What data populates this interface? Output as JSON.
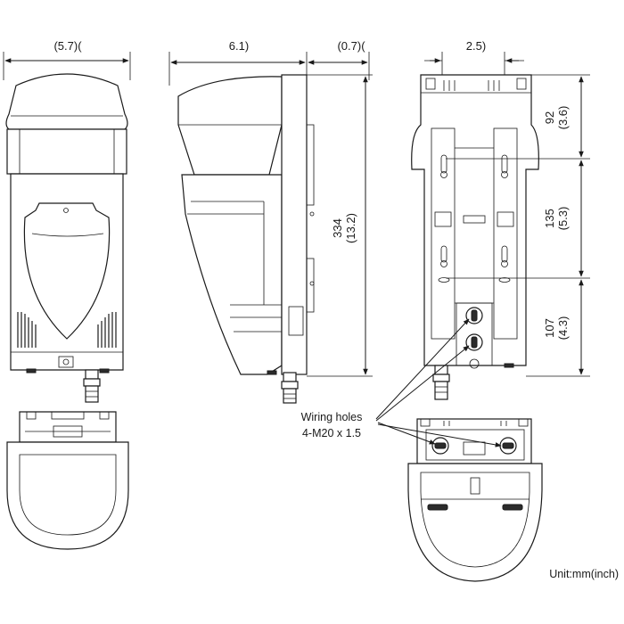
{
  "dimensions": {
    "front_width": "(5.7)(",
    "side_depth": "6.1)",
    "bracket_depth": "(0.7)(",
    "back_width": "2.5)",
    "height_mm": "334",
    "height_in": "(13.2)",
    "top_mm": "92",
    "top_in": "(3.6)",
    "mid_mm": "135",
    "mid_in": "(5.3)",
    "bottom_mm": "107",
    "bottom_in": "(4.3)"
  },
  "callout": {
    "line1": "Wiring holes",
    "line2": "4-M20 x 1.5"
  },
  "unit_note": "Unit:mm(inch)",
  "colors": {
    "line": "#1a1a1a",
    "background": "#ffffff"
  }
}
